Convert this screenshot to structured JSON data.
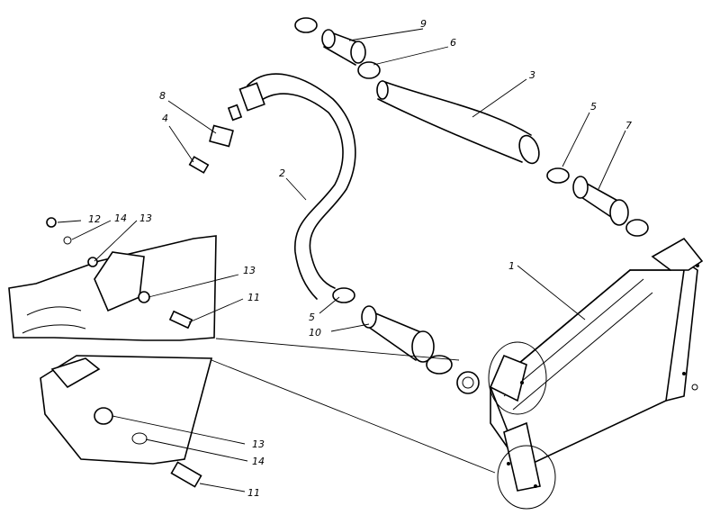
{
  "labels": {
    "l1": "1",
    "l2": "2",
    "l3": "3",
    "l4": "4",
    "l5a": "5",
    "l5b": "5",
    "l6": "6",
    "l7": "7",
    "l8": "8",
    "l9": "9",
    "l10": "10",
    "l11a": "11",
    "l11b": "11",
    "l12": "12",
    "l13a": "13",
    "l13b": "13",
    "l13c": "13",
    "l14a": "14",
    "l14b": "14"
  }
}
